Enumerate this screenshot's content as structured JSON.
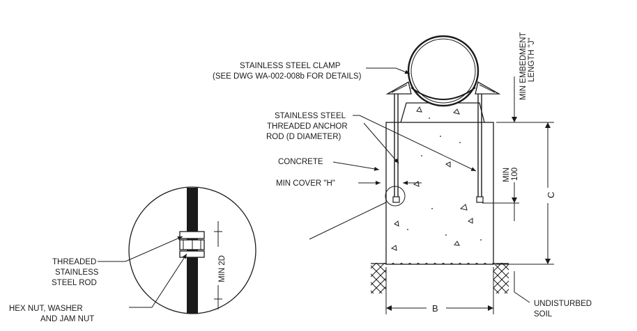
{
  "labels": {
    "clamp_line1": "STAINLESS STEEL CLAMP",
    "clamp_line2": "(SEE DWG WA-002-008b FOR DETAILS)",
    "rod_line1": "STAINLESS STEEL",
    "rod_line2": "THREADED ANCHOR",
    "rod_line3": "ROD (D DIAMETER)",
    "concrete": "CONCRETE",
    "min_cover": "MIN COVER \"H\"",
    "threaded_line1": "THREADED",
    "threaded_line2": "STAINLESS",
    "threaded_line3": "STEEL ROD",
    "hexnut_line1": "HEX NUT, WASHER",
    "hexnut_line2": "AND JAM NUT",
    "min_2d": "MIN 2D",
    "embed_line1": "MIN EMBEDMENT",
    "embed_line2": "LENGTH \"J\"",
    "min100_line1": "MIN",
    "min100_line2": "100",
    "dim_c": "C",
    "dim_b": "B",
    "soil_line1": "UNDISTURBED",
    "soil_line2": "SOIL"
  }
}
